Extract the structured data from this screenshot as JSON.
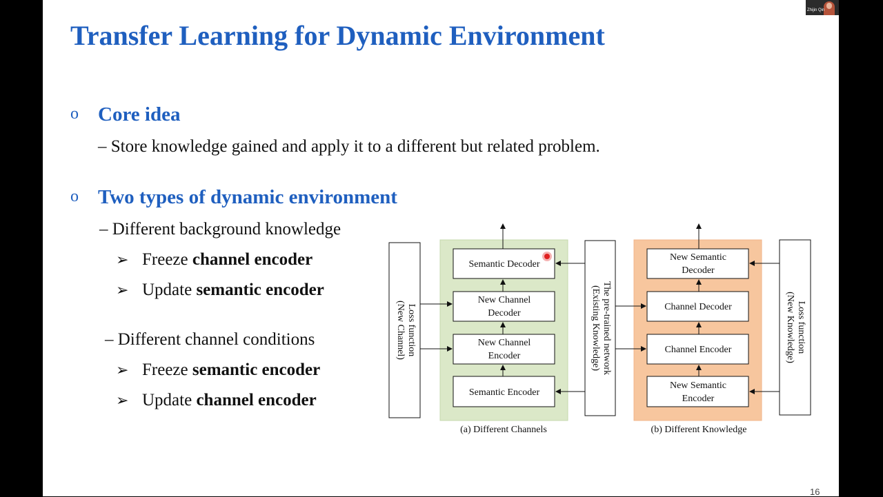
{
  "slide": {
    "title": "Transfer Learning for Dynamic Environment",
    "page_number": "16",
    "bullet_glyph": "o",
    "sections": [
      {
        "heading": "Core idea",
        "line": "– Store knowledge gained and apply it to a different but related problem."
      },
      {
        "heading": "Two types of dynamic environment",
        "sub1": {
          "label": "– Different background knowledge",
          "items": [
            {
              "prefix": "Freeze ",
              "bold": "channel encoder"
            },
            {
              "prefix": "Update ",
              "bold": "semantic encoder"
            }
          ]
        },
        "sub2": {
          "label": "– Different channel conditions",
          "items": [
            {
              "prefix": "Freeze ",
              "bold": "semantic encoder"
            },
            {
              "prefix": "Update ",
              "bold": "channel encoder"
            }
          ]
        }
      }
    ]
  },
  "diagram": {
    "a": {
      "left_box": [
        "Loss function",
        "(New Channel)"
      ],
      "blocks": [
        [
          "Semantic Decoder"
        ],
        [
          "New Channel",
          "Decoder"
        ],
        [
          "New Channel",
          "Encoder"
        ],
        [
          "Semantic Encoder"
        ]
      ],
      "right_box": [
        "The pre-trained network",
        "(Existing Knowledge)"
      ],
      "caption": "(a) Different Channels",
      "panel_color": "#dbe8c8"
    },
    "b": {
      "blocks": [
        [
          "New Semantic",
          "Decoder"
        ],
        [
          "Channel Decoder"
        ],
        [
          "Channel Encoder"
        ],
        [
          "New Semantic",
          "Encoder"
        ]
      ],
      "right_box": [
        "Loss function",
        "(New Knowledge)"
      ],
      "caption": "(b) Different Knowledge",
      "panel_color": "#f7c69e"
    }
  },
  "webcam": {
    "name": "Zhijin Qin"
  }
}
